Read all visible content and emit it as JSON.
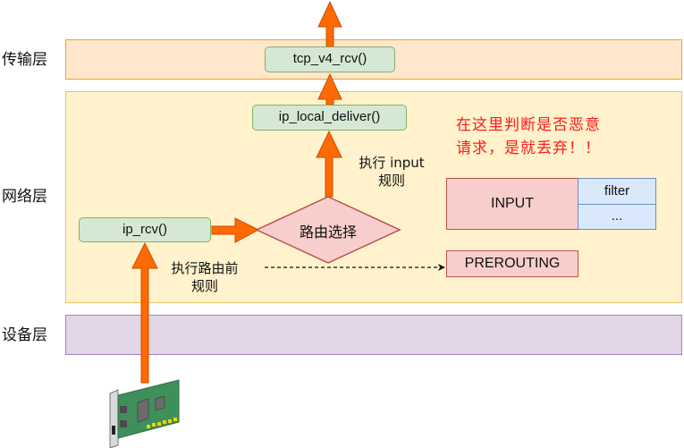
{
  "layers": {
    "transport": "传输层",
    "network": "网络层",
    "device": "设备层"
  },
  "functions": {
    "tcp": "tcp_v4_rcv()",
    "ip_local_deliver": "ip_local_deliver()",
    "ip_rcv": "ip_rcv()"
  },
  "decision": "路由选择",
  "notes": {
    "input_rule_line1": "执行 input",
    "input_rule_line2": "规则",
    "preroute_rule_line1": "执行路由前",
    "preroute_rule_line2": "规则"
  },
  "warning": {
    "line1": "在这里判断是否恶意",
    "line2": "请求，是就丢弃！！"
  },
  "chains": {
    "input": "INPUT",
    "prerouting": "PREROUTING"
  },
  "tables": [
    "filter",
    "..."
  ],
  "colors": {
    "arrow": "#ff6a00",
    "arrow_border": "#c94e00",
    "warning_text": "#ff1a1a"
  },
  "device_icon": "network-card-icon"
}
